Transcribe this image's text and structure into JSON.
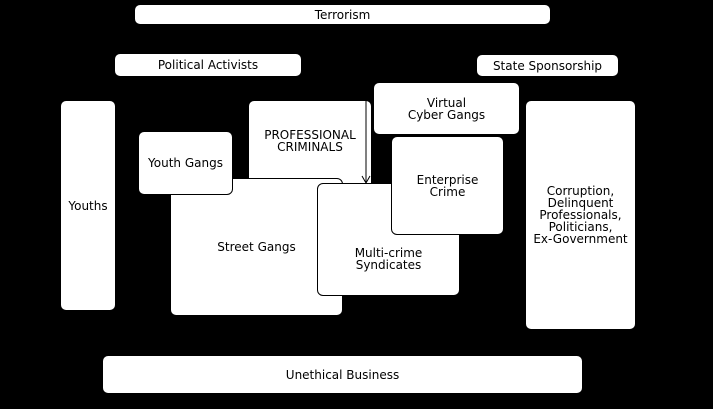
{
  "nodes": {
    "terrorism": "Terrorism",
    "political_activists": "Political Activists",
    "state_sponsorship": "State Sponsorship",
    "youths": "Youths",
    "professional_criminals": "PROFESSIONAL\nCRIMINALS",
    "virtual_cyber_gangs": "Virtual\nCyber Gangs",
    "youth_gangs": "Youth Gangs",
    "street_gangs": "Street Gangs",
    "multi_crime_syndicates": "Multi-crime\nSyndicates",
    "enterprise_crime": "Enterprise\nCrime",
    "corruption": "Corruption,\nDelinquent\nProfessionals,\nPoliticians,\nEx-Government",
    "unethical_business": "Unethical Business"
  }
}
